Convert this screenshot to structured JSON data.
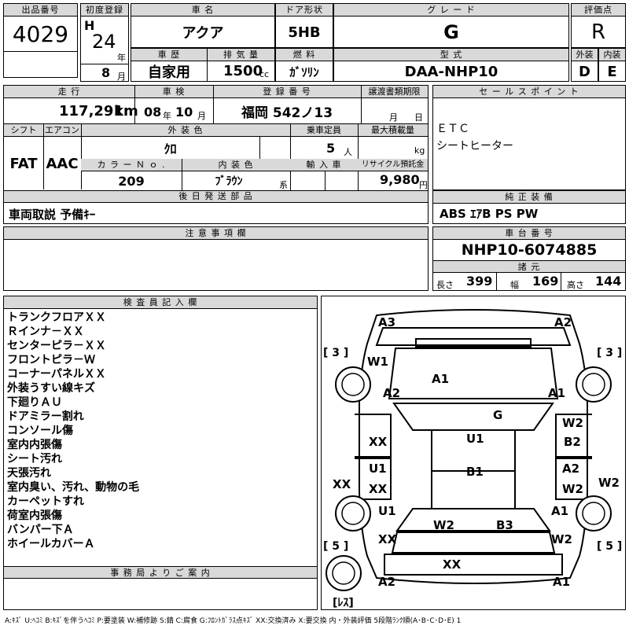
{
  "top": {
    "lot_no_label": "出品番号",
    "lot_no": "4029",
    "first_reg_label": "初度登録",
    "era": "H",
    "first_reg_year": "24",
    "year_unit": "年",
    "first_reg_month": "8",
    "month_unit": "月",
    "car_name_label": "車 名",
    "car_name": "アクア",
    "door_label": "ドア形状",
    "door": "5HB",
    "grade_label": "グ レ ー ド",
    "grade": "G",
    "score_label": "評価点",
    "score": "R",
    "history_label": "車 歴",
    "history": "自家用",
    "displacement_label": "排 気 量",
    "displacement": "1500",
    "cc_unit": "cc",
    "fuel_label": "燃 料",
    "fuel": "ｶﾞｿﾘﾝ",
    "model_label": "型 式",
    "model": "DAA-NHP10",
    "ext_label": "外装",
    "ext": "D",
    "int_label": "内装",
    "int": "E"
  },
  "second": {
    "mileage_label": "走 行",
    "mileage": "117,291",
    "km_unit": "km",
    "inspection_label": "車 検",
    "insp_year": "08",
    "insp_year_unit": "年",
    "insp_month": "10",
    "insp_month_unit": "月",
    "reg_no_label": "登 録 番 号",
    "reg_no": "福岡 542ノ13",
    "transfer_label": "譲渡書類期限",
    "transfer_month_unit": "月",
    "transfer_day_unit": "日",
    "sales_label": "セ ー ル ス ポ イ ン ト",
    "sales_points": [
      "ＥＴＣ",
      "シートヒーター"
    ],
    "shift_label": "シフト",
    "shift": "FAT",
    "ac_label": "エアコン",
    "ac": "AAC",
    "color_label": "外 装 色",
    "color": "ｸﾛ",
    "capacity_label": "乗車定員",
    "capacity": "5",
    "person_unit": "人",
    "load_label": "最大積載量",
    "kg_unit": "kg",
    "color_no_label": "カ ラ ー Ｎ ｏ .",
    "color_no": "209",
    "int_color_label": "内 装 色",
    "int_color": "ﾌﾞﾗｳﾝ",
    "int_color_unit": "系",
    "import_label": "輸 入 車",
    "recycle_label": "リサイクル預託金",
    "recycle": "9,980",
    "yen_unit": "円",
    "later_parts_label": "後 日 発 送 部 品",
    "later_parts": "車両取説 予備ｷｰ",
    "genuine_label": "純 正 装 備",
    "genuine": "ABS ｴｱB PS PW"
  },
  "third": {
    "caution_label": "注 意 事 項 欄",
    "chassis_label": "車 台 番 号",
    "chassis": "NHP10-6074885",
    "specs_label": "諸 元",
    "length_label": "長さ",
    "length": "399",
    "width_label": "幅",
    "width": "169",
    "height_label": "高さ",
    "height": "144"
  },
  "inspector": {
    "label": "検 査 員 記 入 欄",
    "notes": [
      "トランクフロアＸＸ",
      "Ｒインナ－ＸＸ",
      "センターピラ－ＸＸ",
      "フロントピラ－Ｗ",
      "コーナーパネルＸＸ",
      "外装うすい線キズ",
      "下廻りＡＵ",
      "ドアミラー割れ",
      "コンソール傷",
      "室内内張傷",
      "シート汚れ",
      "天張汚れ",
      "室内臭い、汚れ、動物の毛",
      "カーペットすれ",
      "荷室内張傷",
      "バンパー下Ａ",
      "ホイールカバーＡ"
    ],
    "office_label": "事 務 局 よ り ご 案 内"
  },
  "diagram": {
    "tire_fl": "[ 3 ]",
    "tire_fr": "[ 3 ]",
    "tire_rl": "[ 5 ]",
    "tire_rr": "[ 5 ]",
    "spare": "[ﾚｽ]",
    "marks": {
      "front_left_corner": "A3",
      "front_right_corner": "A2",
      "left_front_fender": "W1",
      "left_fender_a2": "A2",
      "hood": "A1",
      "right_fender": "A1",
      "windshield": "G",
      "left_front_door": "XX",
      "roof_u1": "U1",
      "right_front_door_w2": "W2",
      "right_front_door_b2": "B2",
      "left_rocker": "XX",
      "left_rear_door_u1": "U1",
      "left_rear_door_xx": "XX",
      "roof_b1": "B1",
      "right_rear_door_a2": "A2",
      "right_rear_door_w2": "W2",
      "right_rocker": "W2",
      "left_rear_fender_u1": "U1",
      "left_rear_fender_xx": "XX",
      "trunk_w2": "W2",
      "trunk_b3": "B3",
      "right_rear_fender_a1": "A1",
      "right_rear_fender_w2": "W2",
      "rear_panel": "XX",
      "rear_left_corner": "A2",
      "rear_right_corner": "A1"
    }
  },
  "legend": "A:ｷｽﾞ U:ﾍｺﾐ B:ｷｽﾞを伴うﾍｺﾐ P:要塗装 W:補修跡 S:錆 C:腐食 G:ﾌﾛﾝﾄｶﾞﾗｽ点ｷｽﾞ XX:交換済み X:要交換 内・外装評価 5段階ﾗﾝｸ順(A･B･C･D･E) 1"
}
